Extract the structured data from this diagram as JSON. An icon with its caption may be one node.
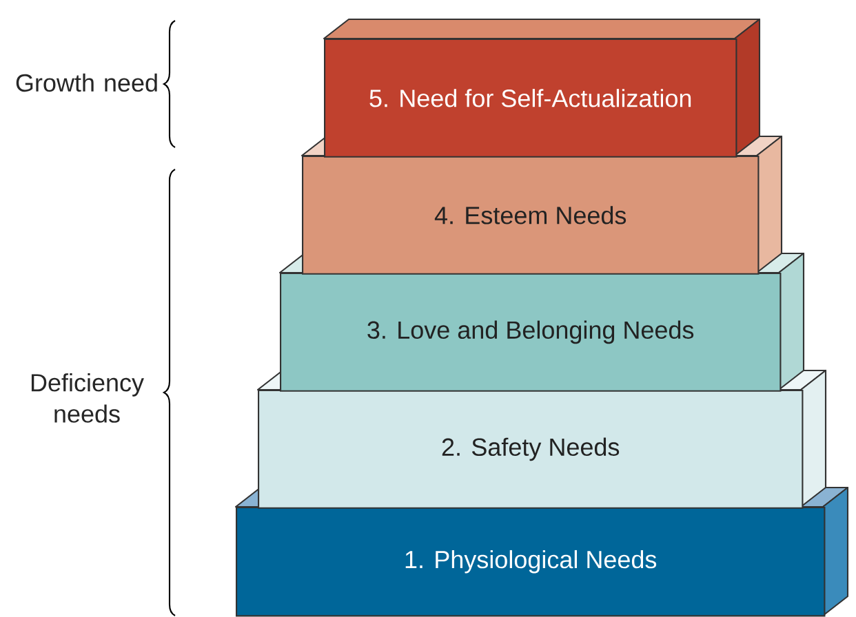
{
  "diagram": {
    "nodes": [
      {
        "text": [
          "5. Need for Self-Actualization"
        ]
      },
      {
        "text": [
          "4. Esteem Needs"
        ]
      },
      {
        "text": [
          "3. Love and Belonging Needs"
        ]
      },
      {
        "text": [
          "2. Safety Needs"
        ]
      },
      {
        "text": [
          "1. Physiological Needs"
        ]
      }
    ],
    "labels": [
      "Growth need",
      "Deficiency needs"
    ]
  }
}
